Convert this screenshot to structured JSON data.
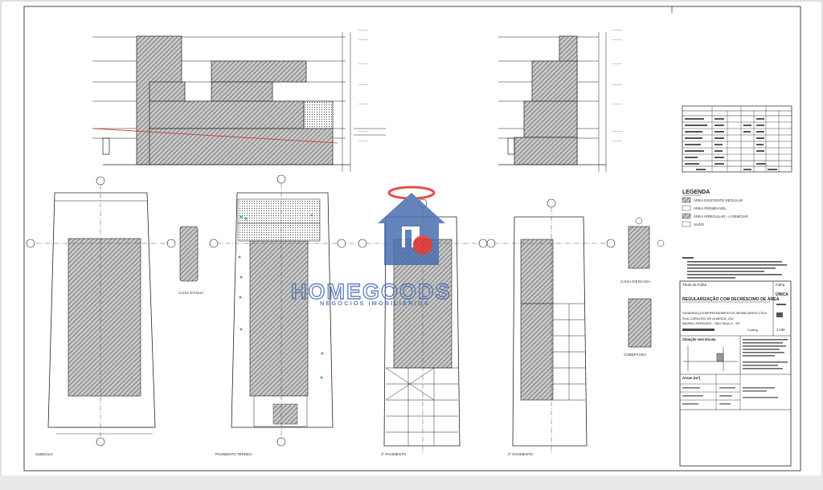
{
  "watermark": {
    "brand": "HOMEGOODS",
    "tagline": "NEGÓCIOS IMOBILIÁRIOS"
  },
  "views": {
    "subsolo": "SUBSOLO",
    "pavimento_terreo": "PAVIMENTO TÉRREO",
    "primeiro_pavimento": "1º PAVIMENTO",
    "segundo_pavimento": "2º PAVIMENTO",
    "caixa_dagua": "CAIXA D'ÁGUA",
    "caixa_escada": "CAIXA D'ESCADA",
    "cobertura": "COBERTURA"
  },
  "legend": {
    "title": "LEGENDA",
    "items": [
      {
        "label": "ÁREA EXISTENTE REGULAR",
        "style": "hatch"
      },
      {
        "label": "ÁREA PERMEÁVEL",
        "style": "empty"
      },
      {
        "label": "ÁREA IRREGULAR - A DEMOLIR",
        "style": "hatch2"
      },
      {
        "label": "VAZIO",
        "style": "empty"
      }
    ]
  },
  "title_block": {
    "title_label": "Título da Folha",
    "sheet_label": "Folha",
    "sheet_value": "ÚNICA",
    "project_title": "REGULARIZAÇÃO COM DECRÉSCIMO DE ÁREA",
    "owner": "SIGMARAÇA EMPREENDIMENTOS IMOBILIÁRIOS LTDA",
    "address_1": "RUA CARDOSO DE ALMEIDA, 252",
    "address_2": "BAIRRO PERDIZES - SÃO PAULO - SP",
    "code_label": "Codlog",
    "scale": "1:100",
    "location_label": "Situação sem Escala",
    "areas_label": "Áreas (m²)"
  },
  "colors": {
    "line": "#222222",
    "hatch": "#333333",
    "dim": "#555555",
    "red_line": "#d43030",
    "watermark_blue": "#4a6fb0",
    "watermark_red": "#e03030",
    "border": "#444444"
  }
}
